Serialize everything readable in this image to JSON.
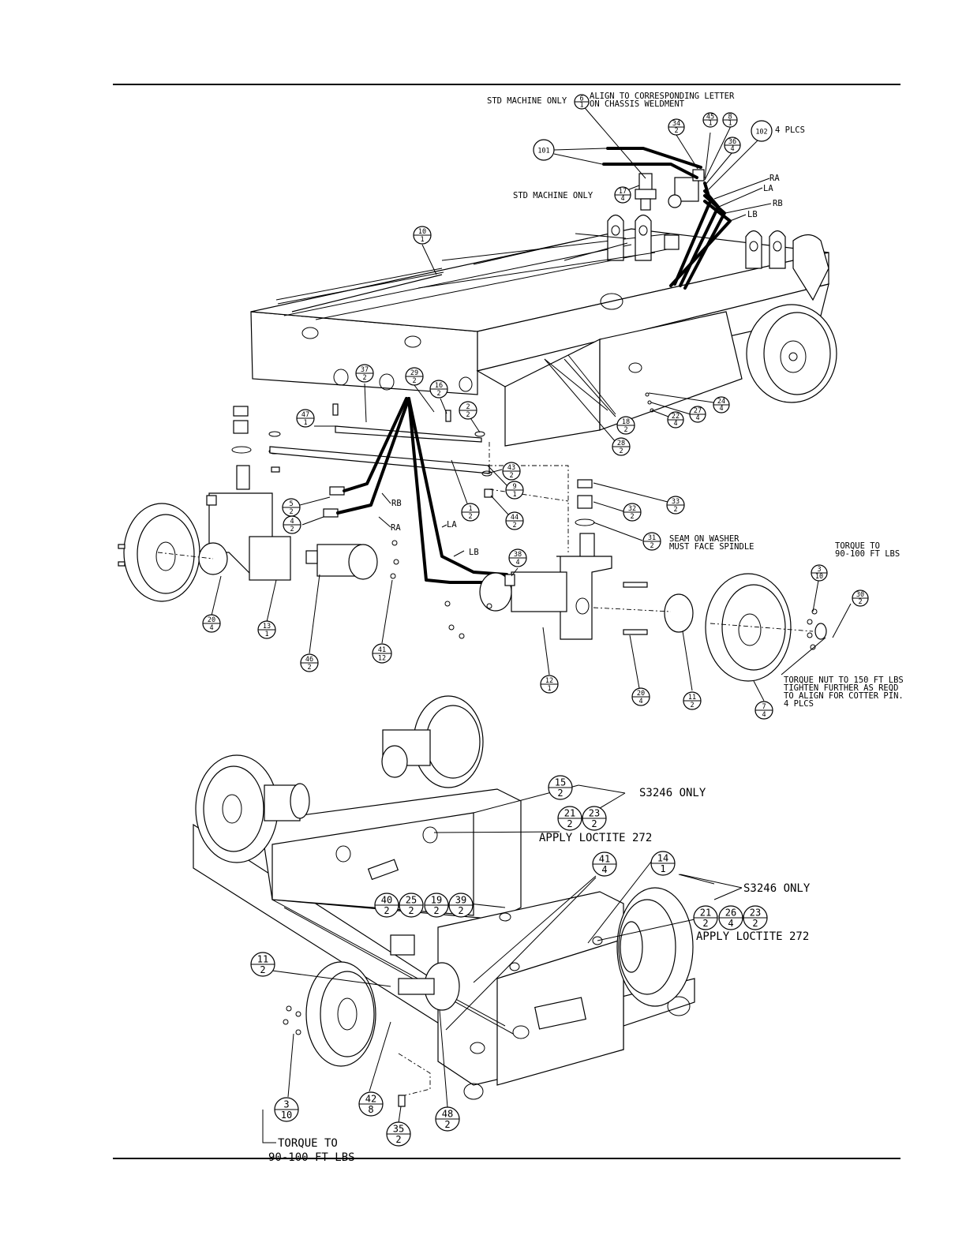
{
  "balloons": [
    {
      "id": "b6-1",
      "item": "6",
      "qty": "1"
    },
    {
      "id": "b17-4",
      "item": "17",
      "qty": "4"
    },
    {
      "id": "b101",
      "item": "101",
      "qty": ""
    },
    {
      "id": "b34-2",
      "item": "34",
      "qty": "2"
    },
    {
      "id": "b45-1",
      "item": "45",
      "qty": "1"
    },
    {
      "id": "b8-1",
      "item": "8",
      "qty": "1"
    },
    {
      "id": "b36-4",
      "item": "36",
      "qty": "4"
    },
    {
      "id": "b102",
      "item": "102",
      "qty": ""
    },
    {
      "id": "b10-1",
      "item": "10",
      "qty": "1"
    },
    {
      "id": "b37-2",
      "item": "37",
      "qty": "2"
    },
    {
      "id": "b29-2",
      "item": "29",
      "qty": "2"
    },
    {
      "id": "b16-2",
      "item": "16",
      "qty": "2"
    },
    {
      "id": "b2-2",
      "item": "2",
      "qty": "2"
    },
    {
      "id": "b47-1",
      "item": "47",
      "qty": "1"
    },
    {
      "id": "b18-2",
      "item": "18",
      "qty": "2"
    },
    {
      "id": "b28-2",
      "item": "28",
      "qty": "2"
    },
    {
      "id": "b22-4",
      "item": "22",
      "qty": "4"
    },
    {
      "id": "b27-4",
      "item": "27",
      "qty": "4"
    },
    {
      "id": "b24-4",
      "item": "24",
      "qty": "4"
    },
    {
      "id": "b43-2",
      "item": "43",
      "qty": "2"
    },
    {
      "id": "b9-1",
      "item": "9",
      "qty": "1"
    },
    {
      "id": "b1-2",
      "item": "1",
      "qty": "2"
    },
    {
      "id": "b44-2",
      "item": "44",
      "qty": "2"
    },
    {
      "id": "b33-2",
      "item": "33",
      "qty": "2"
    },
    {
      "id": "b32-2",
      "item": "32",
      "qty": "2"
    },
    {
      "id": "b31-2",
      "item": "31",
      "qty": "2"
    },
    {
      "id": "b5-2",
      "item": "5",
      "qty": "2"
    },
    {
      "id": "b4-2",
      "item": "4",
      "qty": "2"
    },
    {
      "id": "b38-4",
      "item": "38",
      "qty": "4"
    },
    {
      "id": "b3-10a",
      "item": "3",
      "qty": "10"
    },
    {
      "id": "b30-2",
      "item": "30",
      "qty": "2"
    },
    {
      "id": "b20-4a",
      "item": "20",
      "qty": "4"
    },
    {
      "id": "b13-1",
      "item": "13",
      "qty": "1"
    },
    {
      "id": "b46-2",
      "item": "46",
      "qty": "2"
    },
    {
      "id": "b41-12",
      "item": "41",
      "qty": "12"
    },
    {
      "id": "b12-1",
      "item": "12",
      "qty": "1"
    },
    {
      "id": "b20-4b",
      "item": "20",
      "qty": "4"
    },
    {
      "id": "b11-2a",
      "item": "11",
      "qty": "2"
    },
    {
      "id": "b7-4",
      "item": "7",
      "qty": "4"
    },
    {
      "id": "b15-2",
      "item": "15",
      "qty": "2"
    },
    {
      "id": "b21-2a",
      "item": "21",
      "qty": "2"
    },
    {
      "id": "b23-2a",
      "item": "23",
      "qty": "2"
    },
    {
      "id": "b41-4",
      "item": "41",
      "qty": "4"
    },
    {
      "id": "b14-1",
      "item": "14",
      "qty": "1"
    },
    {
      "id": "b21-2b",
      "item": "21",
      "qty": "2"
    },
    {
      "id": "b26-4",
      "item": "26",
      "qty": "4"
    },
    {
      "id": "b23-2b",
      "item": "23",
      "qty": "2"
    },
    {
      "id": "b40-2",
      "item": "40",
      "qty": "2"
    },
    {
      "id": "b25-2",
      "item": "25",
      "qty": "2"
    },
    {
      "id": "b19-2",
      "item": "19",
      "qty": "2"
    },
    {
      "id": "b39-2",
      "item": "39",
      "qty": "2"
    },
    {
      "id": "b11-2b",
      "item": "11",
      "qty": "2"
    },
    {
      "id": "b3-10b",
      "item": "3",
      "qty": "10"
    },
    {
      "id": "b42-8",
      "item": "42",
      "qty": "8"
    },
    {
      "id": "b48-2",
      "item": "48",
      "qty": "2"
    },
    {
      "id": "b35-2",
      "item": "35",
      "qty": "2"
    }
  ],
  "notes": {
    "std_machine_only_1": "STD MACHINE ONLY",
    "align_line1": "ALIGN TO CORRESPONDING LETTER",
    "align_line2": "ON CHASSIS WELDMENT",
    "std_machine_only_2": "STD MACHINE ONLY",
    "four_plcs": "4 PLCS",
    "hose_ra": "RA",
    "hose_la": "LA",
    "hose_rb": "RB",
    "hose_lb": "LB",
    "lower_rb": "RB",
    "lower_ra": "RA",
    "lower_la": "LA",
    "lower_lb": "LB",
    "seam_line1": "SEAM ON WASHER",
    "seam_line2": "MUST FACE SPINDLE",
    "torque1_line1": "TORQUE TO",
    "torque1_line2": "90-100 FT LBS",
    "torque_nut_line1": "TORQUE NUT TO 150 FT LBS",
    "torque_nut_line2": "TIGHTEN FURTHER AS REQD",
    "torque_nut_line3": "TO ALIGN FOR COTTER PIN.",
    "torque_nut_line4": "4 PLCS",
    "s3246_only_1": "S3246 ONLY",
    "apply_loctite_1": "APPLY LOCTITE 272",
    "s3246_only_2": "S3246 ONLY",
    "apply_loctite_2": "APPLY LOCTITE 272",
    "torque2_line1": "TORQUE TO",
    "torque2_line2": "90-100 FT LBS"
  }
}
